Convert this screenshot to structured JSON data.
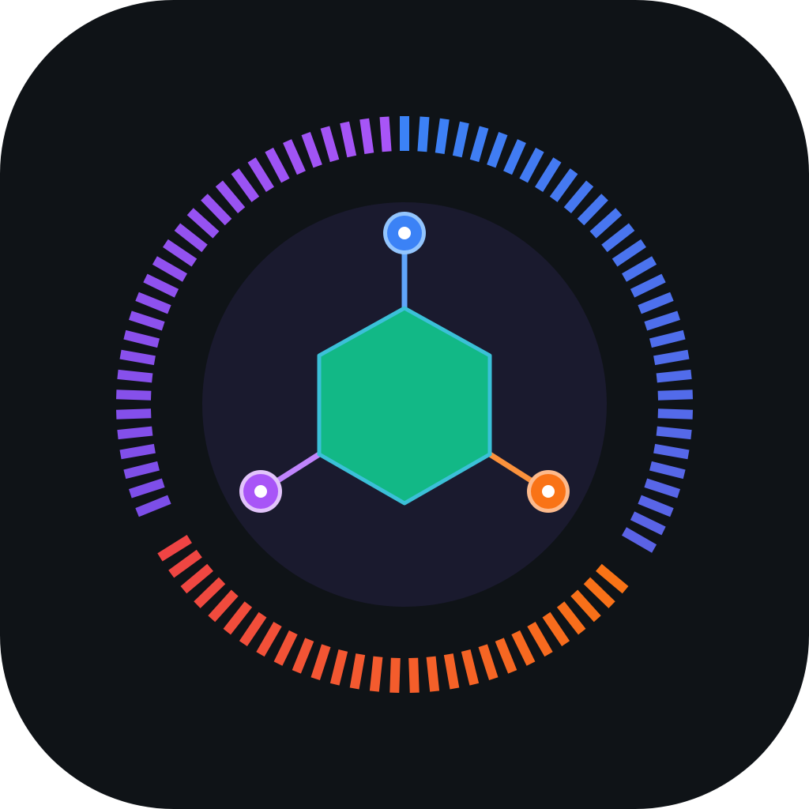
{
  "icon": {
    "background_color": "#0f1317",
    "inner_disc_color": "#1a1a2e",
    "hexagon": {
      "fill": "#12b886",
      "stroke": "#3bc0d8"
    },
    "nodes": [
      {
        "name": "top",
        "color": "#3b82f6",
        "ring": "#93c5fd",
        "line": "#60a5fa"
      },
      {
        "name": "left",
        "color": "#a855f7",
        "ring": "#e2c4fb",
        "line": "#c084fc"
      },
      {
        "name": "right",
        "color": "#f97316",
        "ring": "#fdba8c",
        "line": "#fb923c"
      }
    ],
    "arcs": [
      {
        "name": "blue",
        "from_deg": 0,
        "to_deg": 120,
        "colors": [
          "#3b82f6",
          "#5b63e6"
        ]
      },
      {
        "name": "purple",
        "from_deg": -4,
        "to_deg": -112,
        "colors": [
          "#a855f7",
          "#7c4ee8"
        ]
      },
      {
        "name": "orange-red",
        "from_deg": 130,
        "to_deg": 238,
        "colors": [
          "#f97316",
          "#ef4444"
        ]
      }
    ]
  }
}
